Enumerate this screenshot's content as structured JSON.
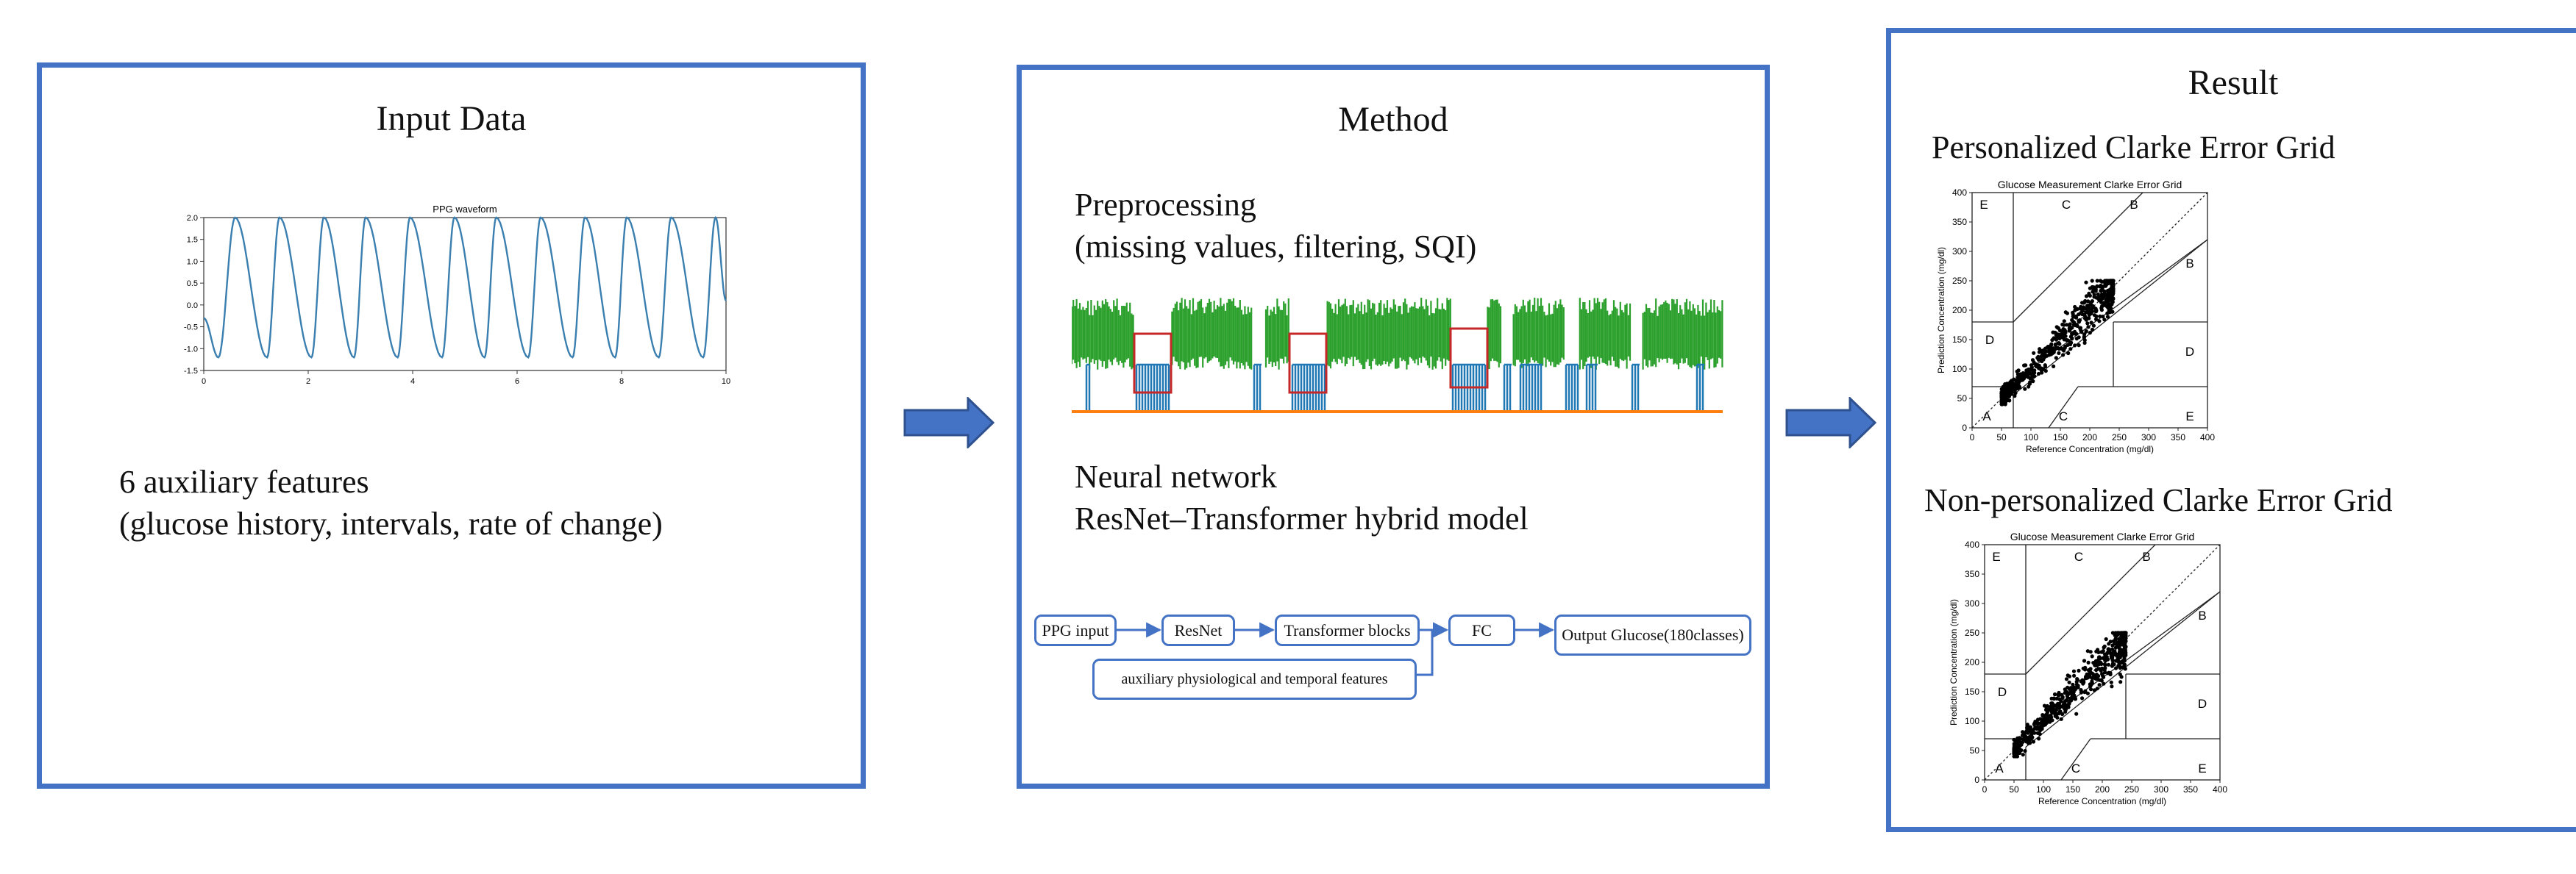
{
  "input_panel": {
    "title": "Input Data",
    "aux_line1": "6 auxiliary features",
    "aux_line2": "(glucose history, intervals, rate of change)"
  },
  "method_panel": {
    "title": "Method",
    "preproc_line1": "Preprocessing",
    "preproc_line2": "(missing values, filtering, SQI)",
    "nn_line1": "Neural network",
    "nn_line2": "ResNet–Transformer hybrid model",
    "flow": {
      "ppg_input": "PPG input",
      "resnet": "ResNet",
      "transformer": "Transformer blocks",
      "fc": "FC",
      "output": "Output Glucose(180classes)",
      "aux": "auxiliary physiological and temporal features"
    }
  },
  "result_panel": {
    "title": "Result",
    "personalized_title": "Personalized Clarke Error Grid",
    "nonpersonalized_title": "Non-personalized Clarke Error Grid"
  },
  "colors": {
    "panel_border": "#4472c4",
    "arrow_fill": "#4472c4",
    "ppg_line": "#3a7fb0",
    "signal_green": "#2ca02c",
    "signal_blue": "#1f77b4",
    "signal_orange": "#ff7f0e",
    "highlight_red": "#c62828"
  },
  "chart_data": [
    {
      "type": "line",
      "title": "PPG waveform",
      "xlabel": "",
      "ylabel": "",
      "xlim": [
        0,
        10
      ],
      "ylim": [
        -1.5,
        2.0
      ],
      "x_ticks": [
        0,
        2,
        4,
        6,
        8,
        10
      ],
      "y_ticks": [
        -1.5,
        -1.0,
        -0.5,
        0.0,
        0.5,
        1.0,
        1.5,
        2.0
      ],
      "beats": {
        "peak_times": [
          0.6,
          1.45,
          2.3,
          3.1,
          3.95,
          4.8,
          5.6,
          6.45,
          7.3,
          8.1,
          8.95,
          9.8
        ],
        "peak_value": 2.0,
        "trough_value": -1.2,
        "start_value": -0.3,
        "end_value": 0.1
      }
    },
    {
      "type": "scatter",
      "title": "Glucose Measurement Clarke Error Grid",
      "xlabel": "Reference Concentration (mg/dl)",
      "ylabel": "Prediction Concentration (mg/dl)",
      "xlim": [
        0,
        400
      ],
      "ylim": [
        0,
        400
      ],
      "x_ticks": [
        0,
        50,
        100,
        150,
        200,
        250,
        300,
        350,
        400
      ],
      "y_ticks": [
        0,
        50,
        100,
        150,
        200,
        250,
        300,
        350,
        400
      ],
      "zones": [
        "A",
        "B",
        "B",
        "C",
        "C",
        "D",
        "D",
        "E",
        "E"
      ],
      "points": {
        "n": 650,
        "x_range": [
          50,
          240
        ],
        "description_of_spread": 0.15
      }
    },
    {
      "type": "scatter",
      "title": "Glucose Measurement Clarke Error Grid",
      "xlabel": "Reference Concentration (mg/dl)",
      "ylabel": "Prediction Concentration (mg/dl)",
      "xlim": [
        0,
        400
      ],
      "ylim": [
        0,
        400
      ],
      "x_ticks": [
        0,
        50,
        100,
        150,
        200,
        250,
        300,
        350,
        400
      ],
      "y_ticks": [
        0,
        50,
        100,
        150,
        200,
        250,
        300,
        350,
        400
      ],
      "zones": [
        "A",
        "B",
        "B",
        "C",
        "C",
        "D",
        "D",
        "E",
        "E"
      ],
      "points": {
        "n": 650,
        "x_range": [
          50,
          240
        ],
        "description_of_spread": 0.15
      }
    }
  ]
}
